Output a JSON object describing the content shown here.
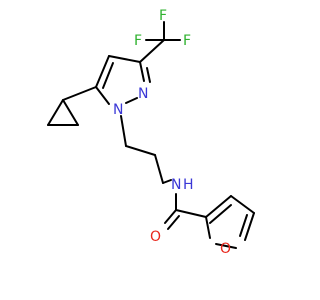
{
  "molecule": {
    "atoms": {
      "F_top": "F",
      "F_left": "F",
      "F_right": "F",
      "N_pyrazole_1": "N",
      "N_pyrazole_2": "N",
      "NH_N": "N",
      "NH_H": "H",
      "O_carbonyl": "O",
      "O_furan": "O"
    },
    "colors": {
      "bond": "#000000",
      "nitrogen": "#3a37d6",
      "oxygen": "#e8281e",
      "fluorine": "#2fb12f",
      "background": "#ffffff"
    }
  }
}
